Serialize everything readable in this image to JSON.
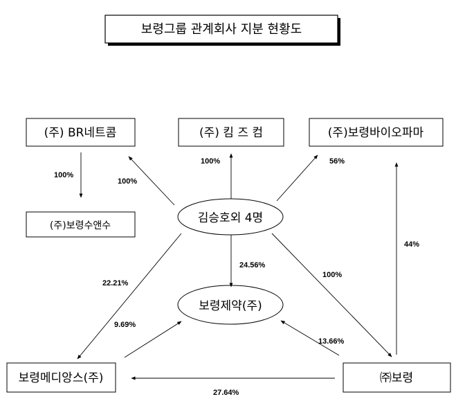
{
  "title": "보령그룹 관계회사 지분 현황도",
  "nodes": {
    "br_netcom": "(주) BR네트콤",
    "kims_com": "(주) 킴 즈 컴",
    "biopharma": "(주)보령바이오파마",
    "suensu": "(주)보령수앤수",
    "kim_seungho": "김승호외 4명",
    "boryung_pharm": "보령제약(주)",
    "medience": "보령메디앙스(주)",
    "boryung": "㈜보령"
  },
  "edges": [
    {
      "from": "br_netcom",
      "to": "suensu",
      "label": "100%"
    },
    {
      "from": "kim_seungho",
      "to": "br_netcom",
      "label": "100%"
    },
    {
      "from": "kim_seungho",
      "to": "kims_com",
      "label": "100%"
    },
    {
      "from": "kim_seungho",
      "to": "biopharma",
      "label": "56%"
    },
    {
      "from": "boryung",
      "to": "biopharma",
      "label": "44%"
    },
    {
      "from": "kim_seungho",
      "to": "boryung_pharm",
      "label": "24.56%"
    },
    {
      "from": "kim_seungho",
      "to": "medience",
      "label": "22.21%"
    },
    {
      "from": "kim_seungho",
      "to": "boryung",
      "label": "100%"
    },
    {
      "from": "medience",
      "to": "boryung_pharm",
      "label": "9.69%"
    },
    {
      "from": "boryung",
      "to": "boryung_pharm",
      "label": "13.66%"
    },
    {
      "from": "boryung",
      "to": "medience",
      "label": "27.64%"
    }
  ]
}
